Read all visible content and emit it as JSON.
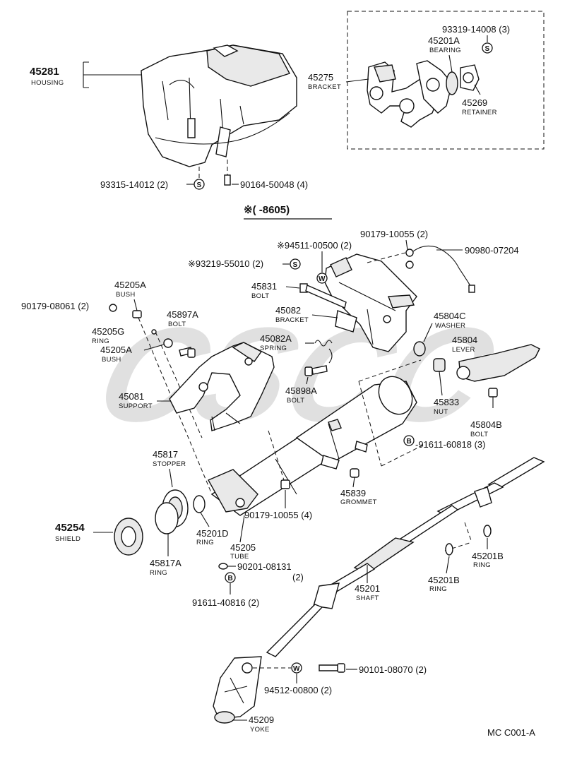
{
  "watermark": "CSCC",
  "section_header": "※(      -8605)",
  "footer_code": "MC  C001-A",
  "symbols": {
    "s": "S",
    "w": "W",
    "b": "B"
  },
  "labels": {
    "p45281": {
      "num": "45281",
      "name": "HOUSING"
    },
    "p45275": {
      "num": "45275",
      "name": "BRACKET"
    },
    "p93319": {
      "num": "93319-14008 (3)"
    },
    "p45201A": {
      "num": "45201A",
      "name": "BEARING"
    },
    "p45269": {
      "num": "45269",
      "name": "RETAINER"
    },
    "p93315": {
      "num": "93315-14012 (2)"
    },
    "p90164": {
      "num": "90164-50048 (4)"
    },
    "p94511": {
      "num": "※94511-00500 (2)"
    },
    "p90179_10055_2": {
      "num": "90179-10055 (2)"
    },
    "p90980": {
      "num": "90980-07204"
    },
    "p93219": {
      "num": "※93219-55010 (2)"
    },
    "p45831": {
      "num": "45831",
      "name": "BOLT"
    },
    "p45082": {
      "num": "45082",
      "name": "BRACKET"
    },
    "p45205A_top": {
      "num": "45205A",
      "name": "BUSH"
    },
    "p90179_08061": {
      "num": "90179-08061 (2)"
    },
    "p45897A": {
      "num": "45897A",
      "name": "BOLT"
    },
    "p45205G": {
      "num": "45205G",
      "name": "RING"
    },
    "p45205A_low": {
      "num": "45205A",
      "name": "BUSH"
    },
    "p45082A": {
      "num": "45082A",
      "name": "SPRING"
    },
    "p45804C": {
      "num": "45804C",
      "name": "WASHER"
    },
    "p45804": {
      "num": "45804",
      "name": "LEVER"
    },
    "p45081": {
      "num": "45081",
      "name": "SUPPORT"
    },
    "p45898A": {
      "num": "45898A",
      "name": "BOLT"
    },
    "p45833": {
      "num": "45833",
      "name": "NUT"
    },
    "p45804B": {
      "num": "45804B",
      "name": "BOLT"
    },
    "p91611_60818": {
      "num": "-91611-60818 (3)"
    },
    "p45817": {
      "num": "45817",
      "name": "STOPPER"
    },
    "p45839": {
      "num": "45839",
      "name": "GROMMET"
    },
    "p90179_10055_4": {
      "num": "90179-10055 (4)"
    },
    "p45254": {
      "num": "45254",
      "name": "SHIELD"
    },
    "p45201D": {
      "num": "45201D",
      "name": "RING"
    },
    "p45205": {
      "num": "45205",
      "name": "TUBE"
    },
    "p45817A": {
      "num": "45817A",
      "name": "RING"
    },
    "p90201": {
      "num": "90201-08131",
      "qty": "(2)"
    },
    "p45201B_r": {
      "num": "45201B",
      "name": "RING"
    },
    "p45201B_l": {
      "num": "45201B",
      "name": "RING"
    },
    "p45201": {
      "num": "45201",
      "name": "SHAFT"
    },
    "p91611_40816": {
      "num": "91611-40816 (2)"
    },
    "p90101": {
      "num": "90101-08070 (2)"
    },
    "p94512": {
      "num": "94512-00800 (2)"
    },
    "p45209": {
      "num": "45209",
      "name": "YOKE"
    }
  }
}
